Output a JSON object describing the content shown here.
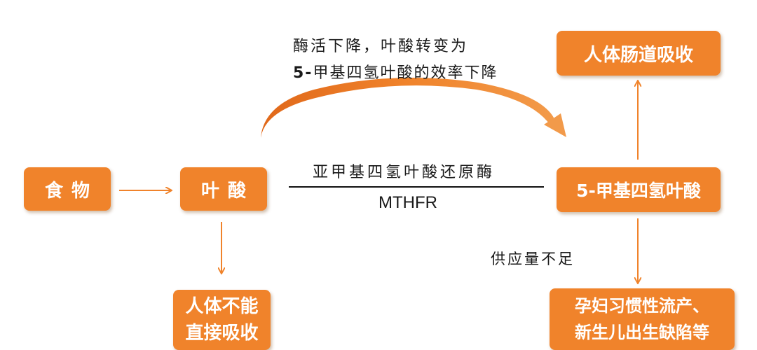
{
  "nodes": {
    "food": "食物",
    "folic_acid": "叶酸",
    "cannot_absorb_line1": "人体不能",
    "cannot_absorb_line2": "直接吸收",
    "intestinal_absorption": "人体肠道吸收",
    "mthf": "5-甲基四氢叶酸",
    "defects_line1": "孕妇习惯性流产、",
    "defects_line2": "新生儿出生缺陷等"
  },
  "annotations": {
    "enzyme_note_line1": "酶活下降，叶酸转变为",
    "enzyme_note_line2_prefix": "5-",
    "enzyme_note_line2_rest": "甲基四氢叶酸的效率下降",
    "enzyme_name": "亚甲基四氢叶酸还原酶",
    "enzyme_abbr": "MTHFR",
    "shortage": "供应量不足"
  },
  "colors": {
    "box_fill": "#f0832b",
    "arrow": "#f0832b",
    "text": "#1a1a1a",
    "line": "#111111"
  }
}
